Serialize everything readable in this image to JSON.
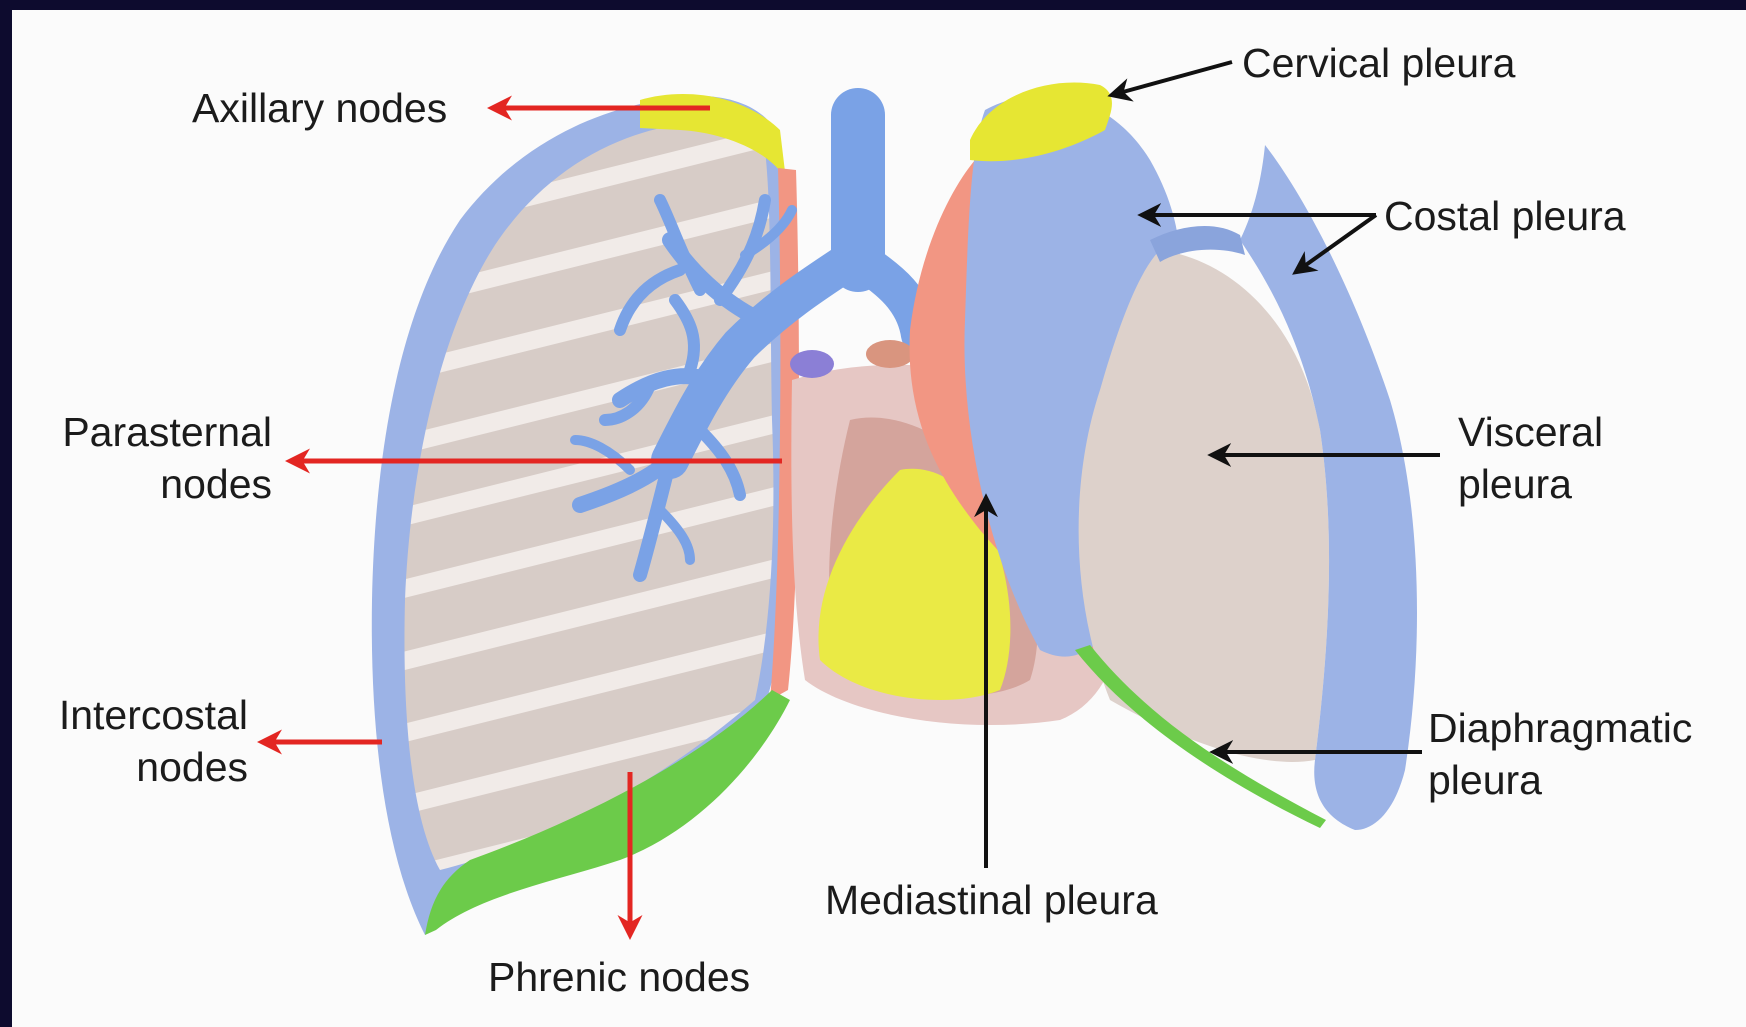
{
  "diagram": {
    "colors": {
      "frame": "#0d0b2e",
      "background": "#fbfbfb",
      "costal_pleura": "#9cb3e6",
      "cervical_pleura": "#e6e633",
      "diaphragmatic_pleura": "#6ccb4a",
      "mediastinal_pleura": "#f29683",
      "lung_surface": "#d9cfca",
      "bronchi": "#7aa2e6",
      "heart": "#e6c7c4",
      "pericardial_fat": "#eaea45",
      "lymph_arrow": "#e32622",
      "label_arrow": "#111111"
    },
    "labels": {
      "axillary": "Axillary nodes",
      "parasternal_1": "Parasternal",
      "parasternal_2": "nodes",
      "intercostal_1": "Intercostal",
      "intercostal_2": "nodes",
      "phrenic": "Phrenic nodes",
      "cervical": "Cervical pleura",
      "costal": "Costal pleura",
      "visceral_1": "Visceral",
      "visceral_2": "pleura",
      "diaphragmatic_1": "Diaphragmatic",
      "diaphragmatic_2": "pleura",
      "mediastinal": "Mediastinal pleura"
    }
  }
}
